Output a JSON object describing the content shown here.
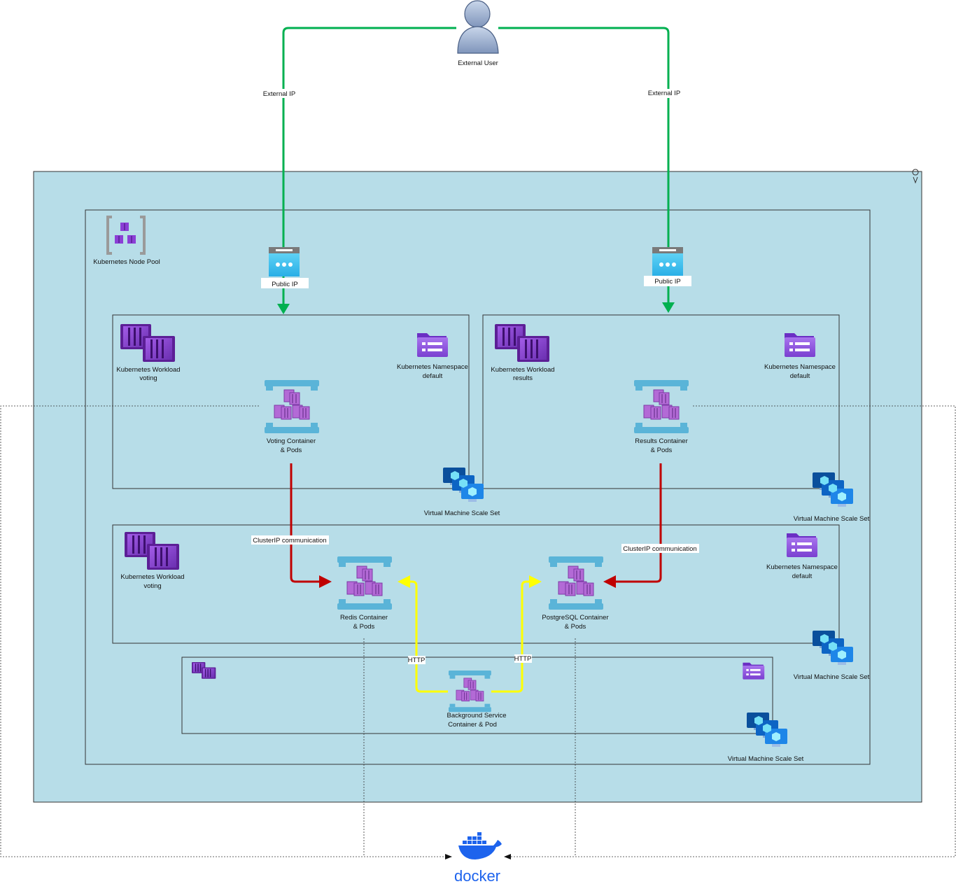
{
  "user": {
    "label": "External User"
  },
  "edges": {
    "external_ip_left": "External IP",
    "external_ip_right": "External IP",
    "clusterip_left": "ClusterIP communication",
    "clusterip_right": "ClusterIP communication",
    "http_left": "HTTP",
    "http_right": "HTTP"
  },
  "node_pool": {
    "label": "Kubernetes Node Pool"
  },
  "public_ips": [
    {
      "label": "Public IP"
    },
    {
      "label": "Public IP"
    }
  ],
  "voting_box": {
    "workload_line1": "Kubernetes Workload",
    "workload_line2": "voting",
    "namespace_line1": "Kubernetes Namespace",
    "namespace_line2": "default",
    "container_line1": "Voting Container",
    "container_line2": "& Pods",
    "vmss": "Virtual Machine Scale Set"
  },
  "results_box": {
    "workload_line1": "Kubernetes Workload",
    "workload_line2": "results",
    "namespace_line1": "Kubernetes Namespace",
    "namespace_line2": "default",
    "container_line1": "Results Container",
    "container_line2": "& Pods",
    "vmss": "Virtual Machine Scale Set"
  },
  "data_box": {
    "workload_line1": "Kubernetes Workload",
    "workload_line2": "voting",
    "namespace_line1": "Kubernetes Namespace",
    "namespace_line2": "default",
    "redis_line1": "Redis Container",
    "redis_line2": "& Pods",
    "postgres_line1": "PostgreSQL Container",
    "postgres_line2": "& Pods",
    "vmss": "Virtual Machine Scale Set"
  },
  "worker_box": {
    "container_line1": "Background Service",
    "container_line2": "Container & Pod",
    "vmss": "Virtual Machine Scale Set"
  },
  "docker": {
    "label": "docker"
  },
  "colors": {
    "cluster_fill": "#b7dde8",
    "green": "#00b050",
    "red": "#c00000",
    "yellow": "#ffff00",
    "purple": "#7b3fb8",
    "azure_blue": "#0078d4",
    "docker_blue": "#1d63ed"
  }
}
